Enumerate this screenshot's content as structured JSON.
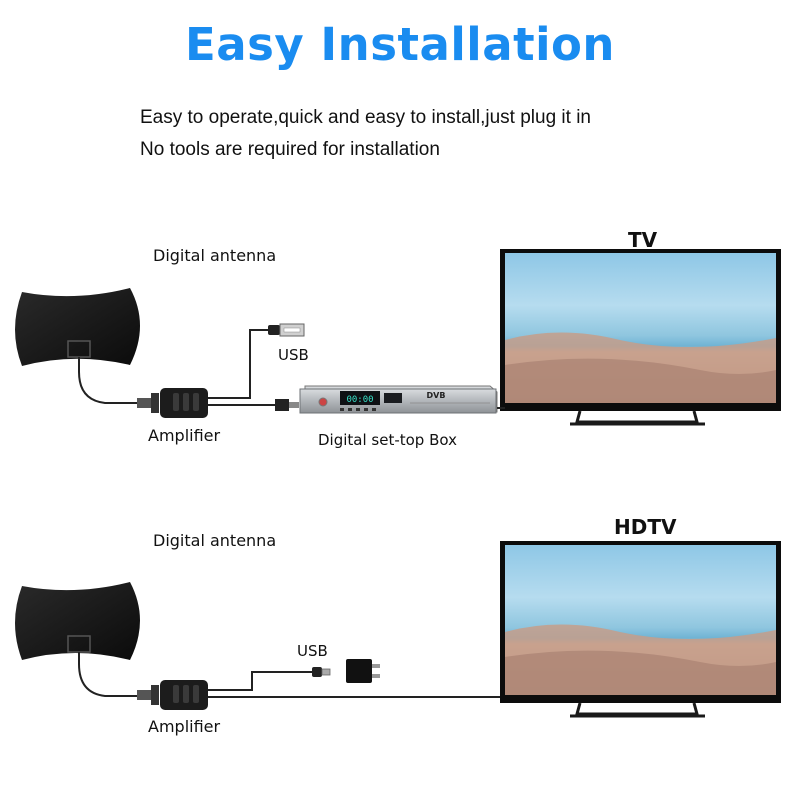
{
  "header": {
    "title": "Easy Installation",
    "line1": "Easy to operate,quick and easy to install,just plug it in",
    "line2": "No tools are required for installation"
  },
  "setup1": {
    "antenna_label": "Digital antenna",
    "usb_label": "USB",
    "amplifier_label": "Amplifier",
    "box_label": "Digital set-top Box",
    "box_display": "00:00",
    "box_brand": "DVB",
    "tv_label": "TV"
  },
  "setup2": {
    "antenna_label": "Digital antenna",
    "usb_label": "USB",
    "amplifier_label": "Amplifier",
    "tv_label": "HDTV"
  },
  "colors": {
    "title": "#1a8cf0",
    "cable": "#222222",
    "antenna": "#141414",
    "box": "#b9bcc0",
    "tv_frame": "#0c0c0c"
  }
}
